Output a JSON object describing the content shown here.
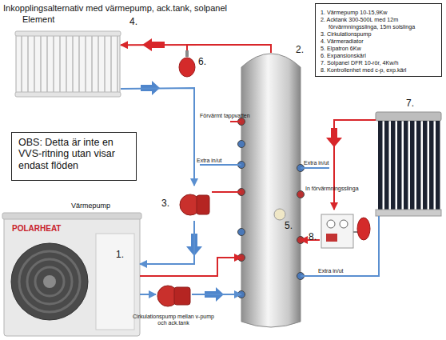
{
  "diagram": {
    "title": "Inkopplingsalternativ med värmepump, ack.tank, solpanel",
    "nodes": [
      {
        "text": [
          "OBS: Detta är inte en VVS-ritning utan visar endast flöden"
        ]
      },
      {
        "text": [
          "1. Värmepump 10-15,9Kw",
          "2. Acktank 300-500L med 12m förvärmningsslinga, 15m solslinga",
          "3. Cirkulationspump",
          "4. Värmeradiator",
          "5. Elpatron 6Kw",
          "6. Expansionskärl",
          "7. Solpanel DFR 10-rör, 4Kw/h",
          "8. Kontrollenhet med c-p, exp.kärl"
        ]
      },
      {
        "text": [
          "Element",
          "4."
        ]
      },
      {
        "text": [
          "6."
        ]
      },
      {
        "text": [
          "2."
        ]
      },
      {
        "text": [
          "3."
        ]
      },
      {
        "text": [
          "Värmepump",
          "POLARHEAT",
          "1."
        ]
      },
      {
        "text": [
          "Cirkulationspump mellan v-pump och ack.tank"
        ]
      },
      {
        "text": [
          "8."
        ]
      },
      {
        "text": [
          "7."
        ]
      }
    ],
    "edges": [
      {
        "from": 4,
        "to": 2,
        "arrow": "to"
      },
      {
        "from": 4,
        "to": 3,
        "arrow": "none"
      },
      {
        "from": 2,
        "to": 5,
        "arrow": "to"
      },
      {
        "from": 5,
        "to": 6,
        "arrow": "to"
      },
      {
        "from": 6,
        "to": 4,
        "arrow": "to"
      },
      {
        "from": 6,
        "to": 7,
        "arrow": "to"
      },
      {
        "from": 7,
        "to": 4,
        "arrow": "to"
      },
      {
        "from": 9,
        "to": 8,
        "arrow": "to"
      },
      {
        "from": 8,
        "to": 4,
        "arrow": "to"
      },
      {
        "from": 4,
        "to": 9,
        "arrow": "none"
      }
    ],
    "labels": [
      "Förvärmt tappvatten",
      "Extra in/ut",
      "Extra in/ut",
      "In förvärmningsslinga",
      "5.",
      "Extra in/ut"
    ]
  }
}
